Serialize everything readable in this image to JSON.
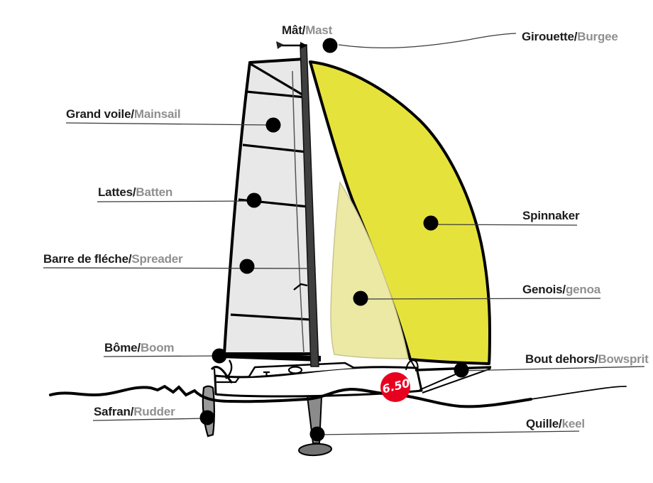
{
  "diagram": {
    "hull_number": "6.50",
    "labels": {
      "mast": {
        "fr": "Mât/",
        "en": "Mast"
      },
      "burgee": {
        "fr": "Girouette/",
        "en": "Burgee"
      },
      "mainsail": {
        "fr": "Grand voile/",
        "en": "Mainsail"
      },
      "batten": {
        "fr": "Lattes/",
        "en": "Batten"
      },
      "spreader": {
        "fr": "Barre de fléche/",
        "en": "Spreader"
      },
      "boom": {
        "fr": "Bôme/",
        "en": "Boom"
      },
      "rudder": {
        "fr": "Safran/",
        "en": "Rudder"
      },
      "spinnaker": {
        "fr": "Spinnaker",
        "en": ""
      },
      "genoa": {
        "fr": "Genois/",
        "en": "genoa"
      },
      "bowsprit": {
        "fr": "Bout dehors/",
        "en": "Bowsprit"
      },
      "keel": {
        "fr": "Quille/",
        "en": "keel"
      }
    },
    "colors": {
      "spinnaker_sail": "#e6e23c",
      "genoa_sail": "#ece9a4",
      "mainsail_sail": "#e8e8e8",
      "mast_fill": "#3f3f3f",
      "rudder_fill": "#9a9a9a",
      "keel_fin_fill": "#8b8b8b",
      "keel_bulb_fill": "#747474",
      "badge_fill": "#e8001f",
      "label_primary": "#1c1c1c",
      "label_secondary": "#8f8f8f"
    }
  }
}
